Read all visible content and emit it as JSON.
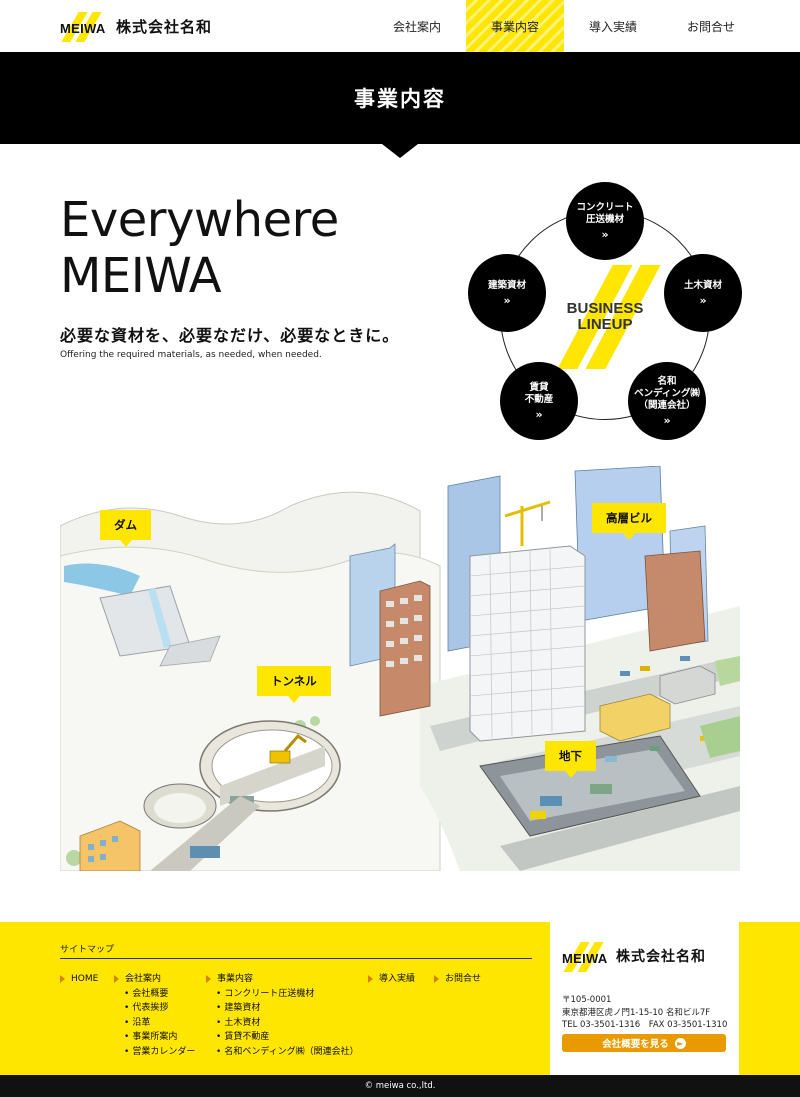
{
  "brand": {
    "logo_text": "MEIWA",
    "name": "株式会社名和"
  },
  "nav": [
    {
      "label": "会社案内"
    },
    {
      "label": "事業内容"
    },
    {
      "label": "導入実績"
    },
    {
      "label": "お問合せ"
    }
  ],
  "page_title": "事業内容",
  "intro": {
    "tagline_line1": "Everywhere",
    "tagline_line2": "MEIWA",
    "catch": "必要な資材を、必要なだけ、必要なときに。",
    "catch_en": "Offering the required materials, as needed, when needed."
  },
  "lineup": {
    "center_line1": "BUSINESS",
    "center_line2": "LINEUP",
    "arrow": "»",
    "items": [
      {
        "line1": "コンクリート",
        "line2": "圧送機材",
        "line3": ""
      },
      {
        "line1": "土木資材",
        "line2": "",
        "line3": ""
      },
      {
        "line1": "名和",
        "line2": "ベンディング㈱",
        "line3": "（関連会社）"
      },
      {
        "line1": "賃貸",
        "line2": "不動産",
        "line3": ""
      },
      {
        "line1": "建築資材",
        "line2": "",
        "line3": ""
      }
    ]
  },
  "illustration_tags": {
    "dam": "ダム",
    "tunnel": "トンネル",
    "building": "高層ビル",
    "underground": "地下"
  },
  "footer": {
    "sitemap_title": "サイトマップ",
    "home": "HOME",
    "company": {
      "head": "会社案内",
      "items": [
        "会社概要",
        "代表挨拶",
        "沿革",
        "事業所案内",
        "営業カレンダー"
      ]
    },
    "business": {
      "head": "事業内容",
      "items": [
        "コンクリート圧送機材",
        "建築資材",
        "土木資材",
        "賃貸不動産",
        "名和ベンディング㈱（関連会社）"
      ]
    },
    "results": "導入実績",
    "contact": "お問合せ",
    "company_box": {
      "postal": "〒105-0001",
      "address": "東京都港区虎ノ門1-15-10 名和ビル7F",
      "tel_fax": "TEL 03-3501-1316　FAX 03-3501-1310",
      "button": "会社概要を見る"
    }
  },
  "copyright": "© meiwa co.,ltd.",
  "colors": {
    "accent": "#ffe600",
    "button": "#e89a00",
    "dark": "#000000"
  }
}
